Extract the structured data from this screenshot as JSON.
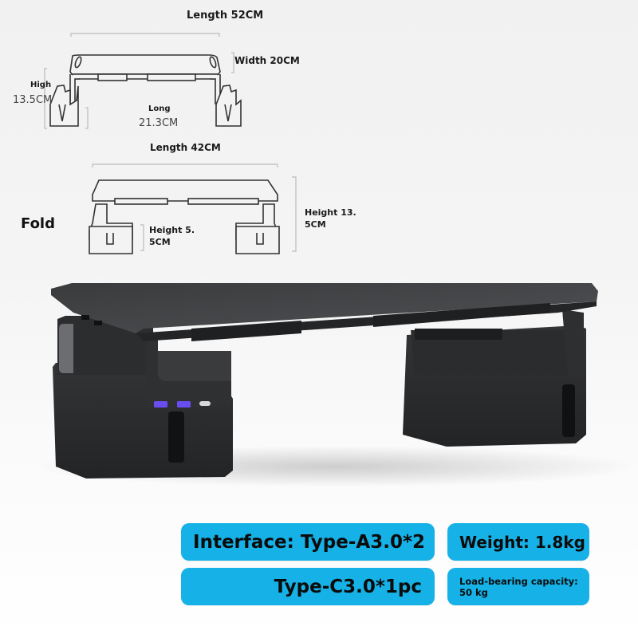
{
  "unfolded_diagram": {
    "length_label": "Length 52CM",
    "width_label": "Width 20CM",
    "height_title": "High",
    "height_value": "13.5CM",
    "long_title": "Long",
    "long_value": "21.3CM"
  },
  "folded_diagram": {
    "title": "Fold",
    "length_label": "Length 42CM",
    "base_height_line1": "Height 5.",
    "base_height_line2": "5CM",
    "total_height_line1": "Height 13.",
    "total_height_line2": "5CM"
  },
  "product_photo": {
    "description": "Black monitor riser stand with USB ports",
    "ports": [
      "usb-a-icon",
      "usb-a-icon",
      "usb-c-icon"
    ]
  },
  "specs": {
    "interface": "Interface: Type-A3.0*2",
    "type_c": "Type-C3.0*1pc",
    "weight": "Weight: 1.8kg",
    "load_capacity": "Load-bearing capacity: 50 kg"
  },
  "colors": {
    "chip_background": "#16b1e6",
    "background": "#f2f2f2",
    "product_dark": "#2a2b2d",
    "usb_port": "#6a4df0"
  }
}
